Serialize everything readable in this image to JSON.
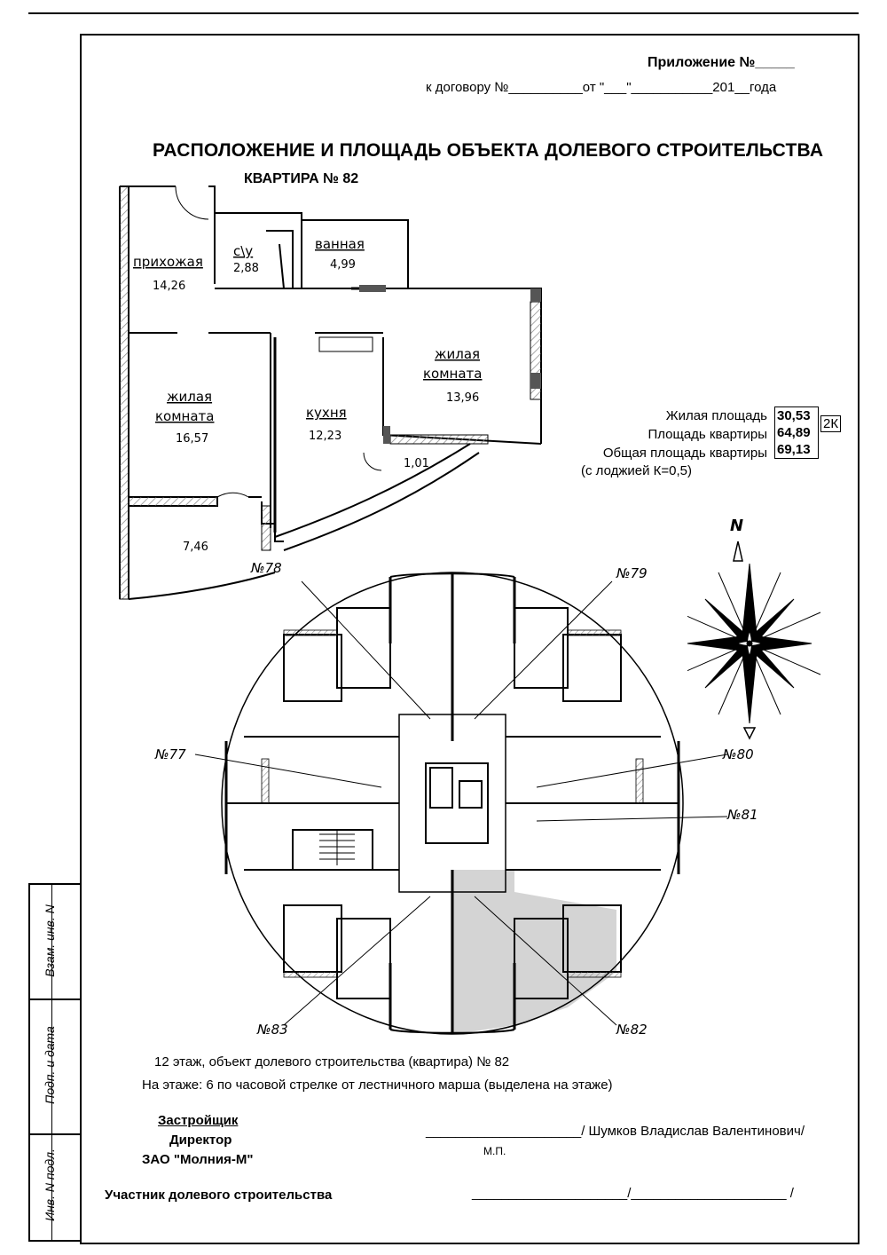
{
  "header": {
    "appendix": "Приложение №_____",
    "contract": "к договору №__________от \"___\"___________201__года"
  },
  "title": "РАСПОЛОЖЕНИЕ И ПЛОЩАДЬ ОБЪЕКТА ДОЛЕВОГО СТРОИТЕЛЬСТВА",
  "subtitle": "КВАРТИРА № 82",
  "rooms": {
    "hall": {
      "name": "прихожая",
      "area": "14,26"
    },
    "wc": {
      "name": "с\\у",
      "area": "2,88"
    },
    "bath": {
      "name": "ванная",
      "area": "4,99"
    },
    "living1": {
      "name1": "жилая",
      "name2": "комната",
      "area": "16,57"
    },
    "kitchen": {
      "name": "кухня",
      "area": "12,23"
    },
    "living2": {
      "name1": "жилая",
      "name2": "комната",
      "area": "13,96"
    },
    "loggia1": {
      "area": "7,46"
    },
    "loggia2": {
      "area": "1,01"
    }
  },
  "areas": {
    "living_label": "Жилая площадь",
    "living_value": "30,53",
    "flat_label": "Площадь квартиры",
    "flat_value": "64,89",
    "total_label": "Общая площадь квартиры",
    "total_value": "69,13",
    "note": "(с лоджией К=0,5)",
    "rooms_count": "2К"
  },
  "compass": {
    "north": "N"
  },
  "floor_labels": {
    "n77": "№77",
    "n78": "№78",
    "n79": "№79",
    "n80": "№80",
    "n81": "№81",
    "n82": "№82",
    "n83": "№83"
  },
  "floor_info": {
    "line1": "12 этаж, объект долевого строительства (квартира) № 82",
    "line2": "На этаже:  6 по часовой стрелке от лестничного марша (выделена на этаже)"
  },
  "signatures": {
    "developer": "Застройщик",
    "director": "Директор",
    "company": "ЗАО \"Молния-М\"",
    "director_name": "_____________________/ Шумков Владислав Валентинович/",
    "stamp": "М.П.",
    "participant": "Участник долевого строительства",
    "participant_line": "_____________________/_____________________ /"
  },
  "stamp_block": {
    "vzam": "Взам. инв. N",
    "podp": "Подп. и дата",
    "inv": "Инв. N подл."
  }
}
